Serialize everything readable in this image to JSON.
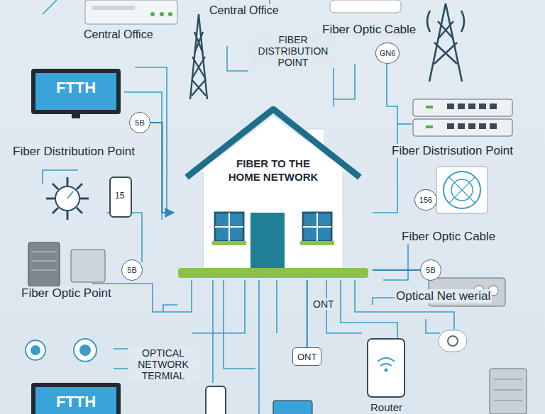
{
  "diagram": {
    "nodes": [
      {
        "text": [
          "FTTH"
        ]
      },
      {
        "text": [
          "5B"
        ]
      },
      {
        "text": [
          "FIBER TO THE HOME NETWORK"
        ]
      },
      {
        "text": [
          "GN6"
        ]
      },
      {
        "text": [
          "5B"
        ]
      },
      {
        "text": [
          "156"
        ]
      },
      {
        "text": [
          "5B"
        ]
      },
      {
        "text": [
          "ONT"
        ]
      },
      {
        "text": [
          "FTTH"
        ]
      }
    ],
    "edges": [
      {
        "from": 1,
        "to": 2,
        "arrow": "to"
      },
      {
        "from": 2,
        "to": 7,
        "arrow": "none"
      },
      {
        "from": 6,
        "to": 2,
        "arrow": "none"
      }
    ],
    "labels": [
      "Central Office",
      "Central Office",
      "FIBER DISTRIBUTION POINT",
      "Fiber Optic Cable",
      "Fiber Distribution Point",
      "15",
      "Fiber Optic Point",
      "OPTICAL NETWORK TERMIAL",
      "ONT",
      "Router",
      "Fiber Distrisution Point",
      "Fiber Optic Cable",
      "Optical Net werial"
    ]
  }
}
